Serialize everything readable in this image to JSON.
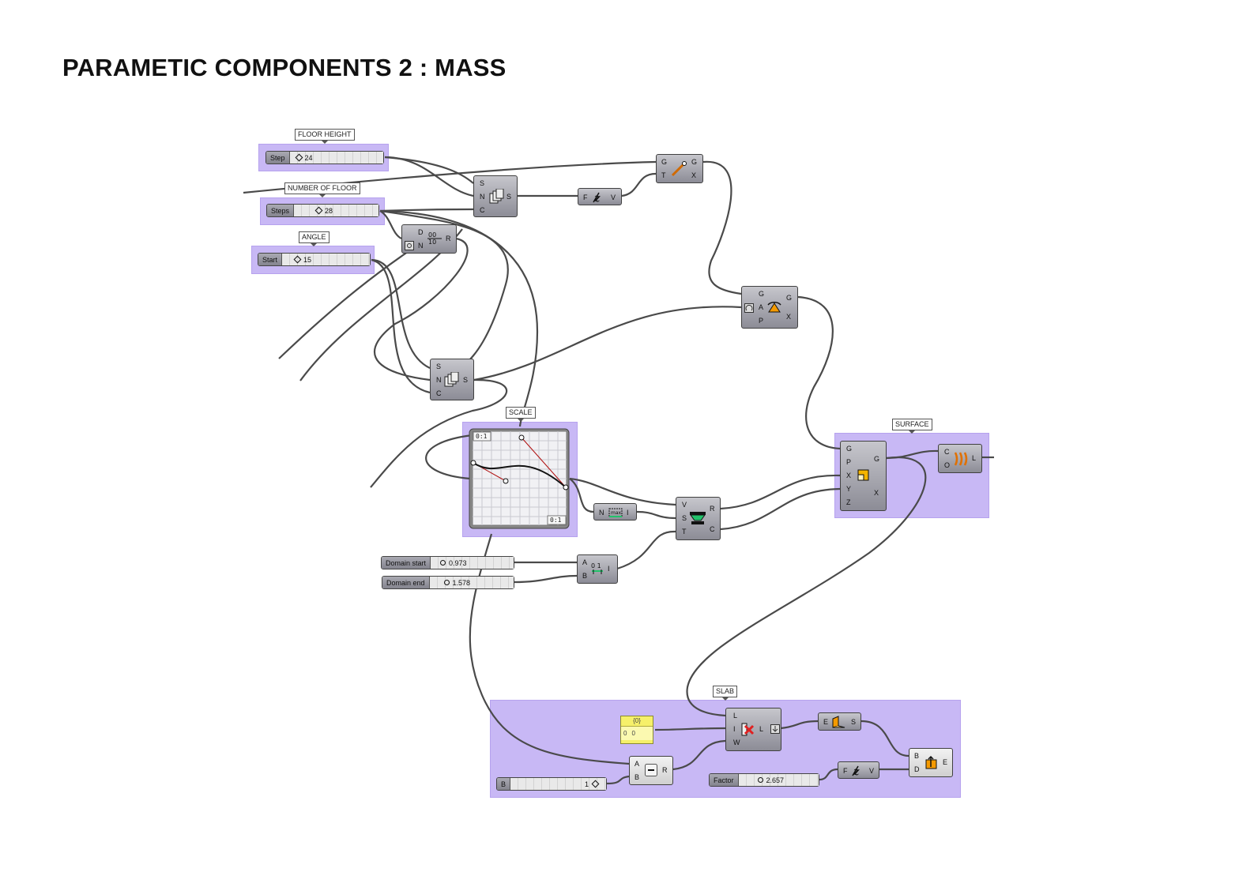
{
  "title": "PARAMETIC COMPONENTS 2 : MASS",
  "groups": {
    "floor_height": "FLOOR HEIGHT",
    "number_of_floor": "NUMBER OF FLOOR",
    "angle": "ANGLE",
    "scale": "SCALE",
    "surface": "SURFACE",
    "slab": "SLAB"
  },
  "sliders": {
    "step": {
      "label": "Step",
      "value": "24"
    },
    "steps": {
      "label": "Steps",
      "value": "28"
    },
    "start": {
      "label": "Start",
      "value": "15"
    },
    "domain_start": {
      "label": "Domain start",
      "value": "0.973"
    },
    "domain_end": {
      "label": "Domain end",
      "value": "1.578"
    },
    "factor": {
      "label": "Factor",
      "value": "2.657"
    },
    "b": {
      "label": "B",
      "value": "1"
    }
  },
  "components": {
    "series_top": {
      "inputs": [
        "S",
        "N",
        "C"
      ],
      "outputs": [
        "S"
      ]
    },
    "series_mid": {
      "inputs": [
        "S",
        "N",
        "C"
      ],
      "outputs": [
        "S"
      ]
    },
    "division": {
      "inputs": [
        "D",
        "N"
      ],
      "outputs": [
        "R"
      ]
    },
    "expression_top": {
      "inputs": [
        "F"
      ],
      "outputs": [
        "V"
      ]
    },
    "move": {
      "inputs": [
        "G",
        "T"
      ],
      "outputs": [
        "G",
        "X"
      ]
    },
    "rotate": {
      "inputs": [
        "G",
        "A",
        "P"
      ],
      "outputs": [
        "G",
        "X"
      ]
    },
    "remap": {
      "inputs": [
        "V",
        "S",
        "T"
      ],
      "outputs": [
        "R",
        "C"
      ]
    },
    "bounds": {
      "inputs": [
        "N"
      ],
      "outputs": [
        "I"
      ]
    },
    "construct_domain": {
      "inputs": [
        "A",
        "B"
      ],
      "outputs": [
        "I"
      ]
    },
    "scale_nu": {
      "inputs": [
        "G",
        "P",
        "X",
        "Y",
        "Z"
      ],
      "outputs": [
        "G",
        "X"
      ]
    },
    "loft": {
      "inputs": [
        "C",
        "O"
      ],
      "outputs": [
        "L"
      ]
    },
    "list_item": {
      "inputs": [
        "L",
        "I",
        "W"
      ],
      "outputs": [
        "L"
      ]
    },
    "extrude_edges": {
      "inputs": [
        "E"
      ],
      "outputs": [
        "S"
      ]
    },
    "subtraction": {
      "inputs": [
        "A",
        "B"
      ],
      "outputs": [
        "R"
      ]
    },
    "expression_bottom": {
      "inputs": [
        "F"
      ],
      "outputs": [
        "V"
      ]
    },
    "extrude": {
      "inputs": [
        "B",
        "D"
      ],
      "outputs": [
        "E"
      ]
    }
  },
  "graph": {
    "domain_top": "0:1",
    "domain_bottom": "0:1"
  },
  "panel": {
    "header": "{0}",
    "row_index": "0",
    "row_value": "0"
  },
  "colors": {
    "group": "#c8b8f5",
    "wire": "#4a4a4a",
    "component": "#9a9aa4",
    "panel": "#f6f06a"
  }
}
